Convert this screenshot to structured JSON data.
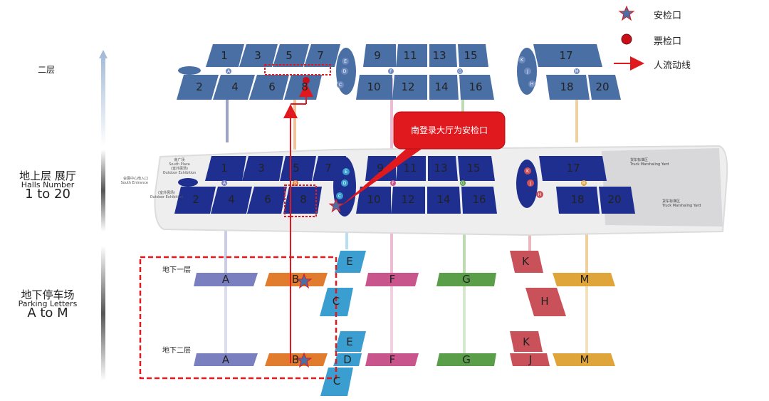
{
  "legend": {
    "security": "安检口",
    "ticket": "票检口",
    "flow": "人流动线"
  },
  "left_labels": {
    "floor2": "二层",
    "ground_cn": "地上层 展厅",
    "ground_en": "Halls Number",
    "ground_range": "1 to 20",
    "parking_cn": "地下停车场",
    "parking_en": "Parking Letters",
    "parking_range": "A to M",
    "b1": "地下一层",
    "b2": "地下二层"
  },
  "callout": "南登录大厅为安检口",
  "map_notes": {
    "south_plaza_cn": "南广场",
    "south_plaza_en": "South Plaza",
    "outdoor1_cn": "(室外展场)",
    "outdoor1_en": "Outdoor Exhibition",
    "outdoor2_cn": "(室外展场)",
    "outdoor2_en": "Outdoor Exhibition",
    "south_entrance_cn": "会展中心南入口",
    "south_entrance_en": "South Entrance",
    "yard1_cn": "货车标准区",
    "yard1_en": "Truck Marshaling Yard",
    "yard2_cn": "货车标准区",
    "yard2_en": "Truck Marshaling Yard"
  },
  "halls": {
    "upper_top": [
      "1",
      "3",
      "5",
      "7",
      "9",
      "11",
      "13",
      "15",
      "17"
    ],
    "upper_bottom": [
      "2",
      "4",
      "6",
      "8",
      "10",
      "12",
      "14",
      "16",
      "18",
      "20"
    ],
    "ground_top": [
      "1",
      "3",
      "5",
      "7",
      "9",
      "11",
      "13",
      "15",
      "17"
    ],
    "ground_bottom": [
      "2",
      "4",
      "6",
      "8",
      "10",
      "12",
      "14",
      "16",
      "18",
      "20"
    ]
  },
  "parking": {
    "b1": [
      "A",
      "B",
      "E",
      "F",
      "G",
      "K",
      "M",
      "C",
      "H"
    ],
    "b2": [
      "A",
      "B",
      "E",
      "D",
      "F",
      "G",
      "K",
      "J",
      "M",
      "C"
    ]
  },
  "colors": {
    "hall_upper": "#4a6fa5",
    "hall_ground": "#1f2f8f",
    "red": "#e0191f",
    "A": "#7a7fc0",
    "B": "#e17b2d",
    "CE": "#3a9fd0",
    "F": "#c9558d",
    "G": "#5a9e49",
    "HK": "#c9515a",
    "M": "#e0a53a"
  }
}
